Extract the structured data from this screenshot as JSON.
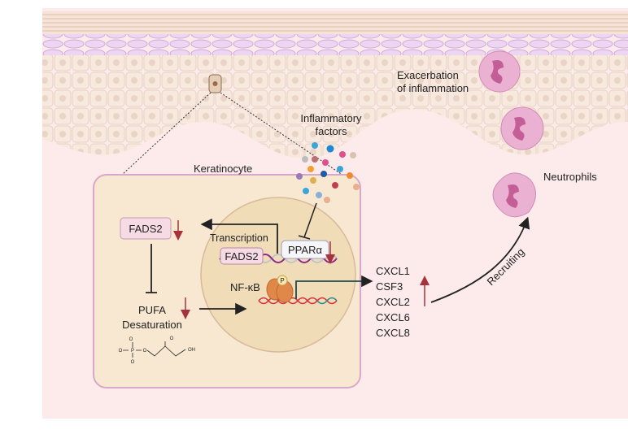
{
  "labels": {
    "exacerbation_line1": "Exacerbation",
    "exacerbation_line2": "of inflammation",
    "inflammatory_line1": "Inflammatory",
    "inflammatory_line2": "factors",
    "neutrophils": "Neutrophils",
    "keratinocyte": "Keratinocyte",
    "fads2": "FADS2",
    "fads2_gene": "FADS2",
    "transcription": "Transcription",
    "ppara": "PPARα",
    "nfkb": "NF-κB",
    "phospho": "P",
    "pufa_line1": "PUFA",
    "pufa_line2": "Desaturation",
    "recruiting": "Recruiting"
  },
  "cytokines": [
    "CXCL1",
    "CSF3",
    "CXCL2",
    "CXCL6",
    "CXCL8"
  ],
  "molecule": {
    "o_top": "O",
    "o_left": "O",
    "p": "P",
    "o_bridge": "O",
    "o_bottom": "O",
    "o_ketone": "O",
    "oh": "OH"
  },
  "colors": {
    "dermis": "#fcebea",
    "epidermis": "#f6e4d8",
    "granular": "#e8d0ef",
    "cell_box": "#f8e8d2",
    "nucleus": "#f1dcb8",
    "down_arrow": "#a8323c",
    "neutrophil": "#e9a6cc",
    "fads2_box": "#f6dbe5"
  }
}
